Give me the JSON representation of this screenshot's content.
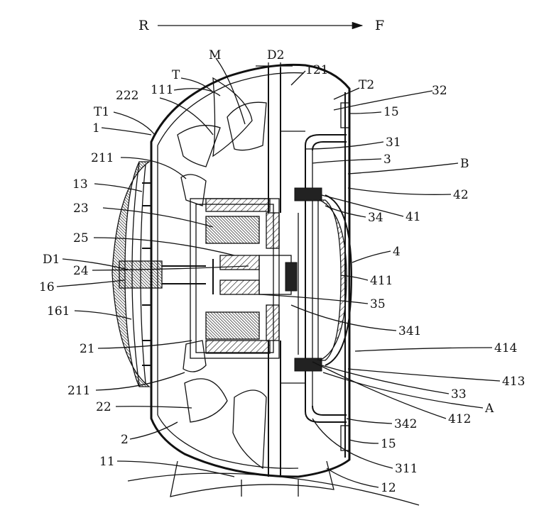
{
  "direction": {
    "left": "R",
    "right": "F"
  },
  "labels": {
    "M": "M",
    "D2": "D2",
    "121": "121",
    "T": "T",
    "T2": "T2",
    "32": "32",
    "222": "222",
    "111": "111",
    "T1": "T1",
    "15a": "15",
    "1": "1",
    "31": "31",
    "211a": "211",
    "3": "3",
    "B": "B",
    "13": "13",
    "42": "42",
    "23": "23",
    "41": "41",
    "34": "34",
    "25": "25",
    "4": "4",
    "D1": "D1",
    "24": "24",
    "411": "411",
    "16": "16",
    "35": "35",
    "161": "161",
    "341": "341",
    "21": "21",
    "414": "414",
    "413": "413",
    "211b": "211",
    "33": "33",
    "22": "22",
    "A": "A",
    "412": "412",
    "342": "342",
    "2": "2",
    "15b": "15",
    "11": "11",
    "311": "311",
    "12": "12"
  }
}
